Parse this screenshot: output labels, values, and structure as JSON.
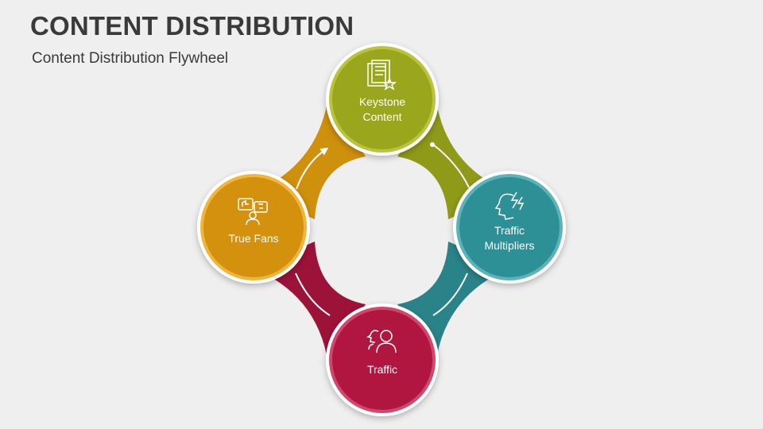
{
  "header": {
    "title": "CONTENT DISTRIBUTION",
    "subtitle": "Content Distribution Flywheel"
  },
  "nodes": [
    {
      "id": "keystone",
      "lines": [
        "Keystone",
        "Content"
      ],
      "icon": "document-star-icon",
      "color": "#9aa61c",
      "ring": "#b9c33a"
    },
    {
      "id": "multipliers",
      "lines": [
        "Traffic",
        "Multipliers"
      ],
      "icon": "head-lightning-icon",
      "color": "#2f9097",
      "ring": "#5bb3b8"
    },
    {
      "id": "traffic",
      "lines": [
        "Traffic"
      ],
      "icon": "person-group-icon",
      "color": "#b01440",
      "ring": "#d2476c"
    },
    {
      "id": "fans",
      "lines": [
        "True Fans"
      ],
      "icon": "person-likes-icon",
      "color": "#d4910c",
      "ring": "#f0b63a"
    }
  ],
  "colors": {
    "background": "#efefef",
    "arc_top_left": "#cf900b",
    "arc_top_right": "#8f9a18",
    "arc_bottom_right": "#2a8389",
    "arc_bottom_left": "#9c1239"
  }
}
